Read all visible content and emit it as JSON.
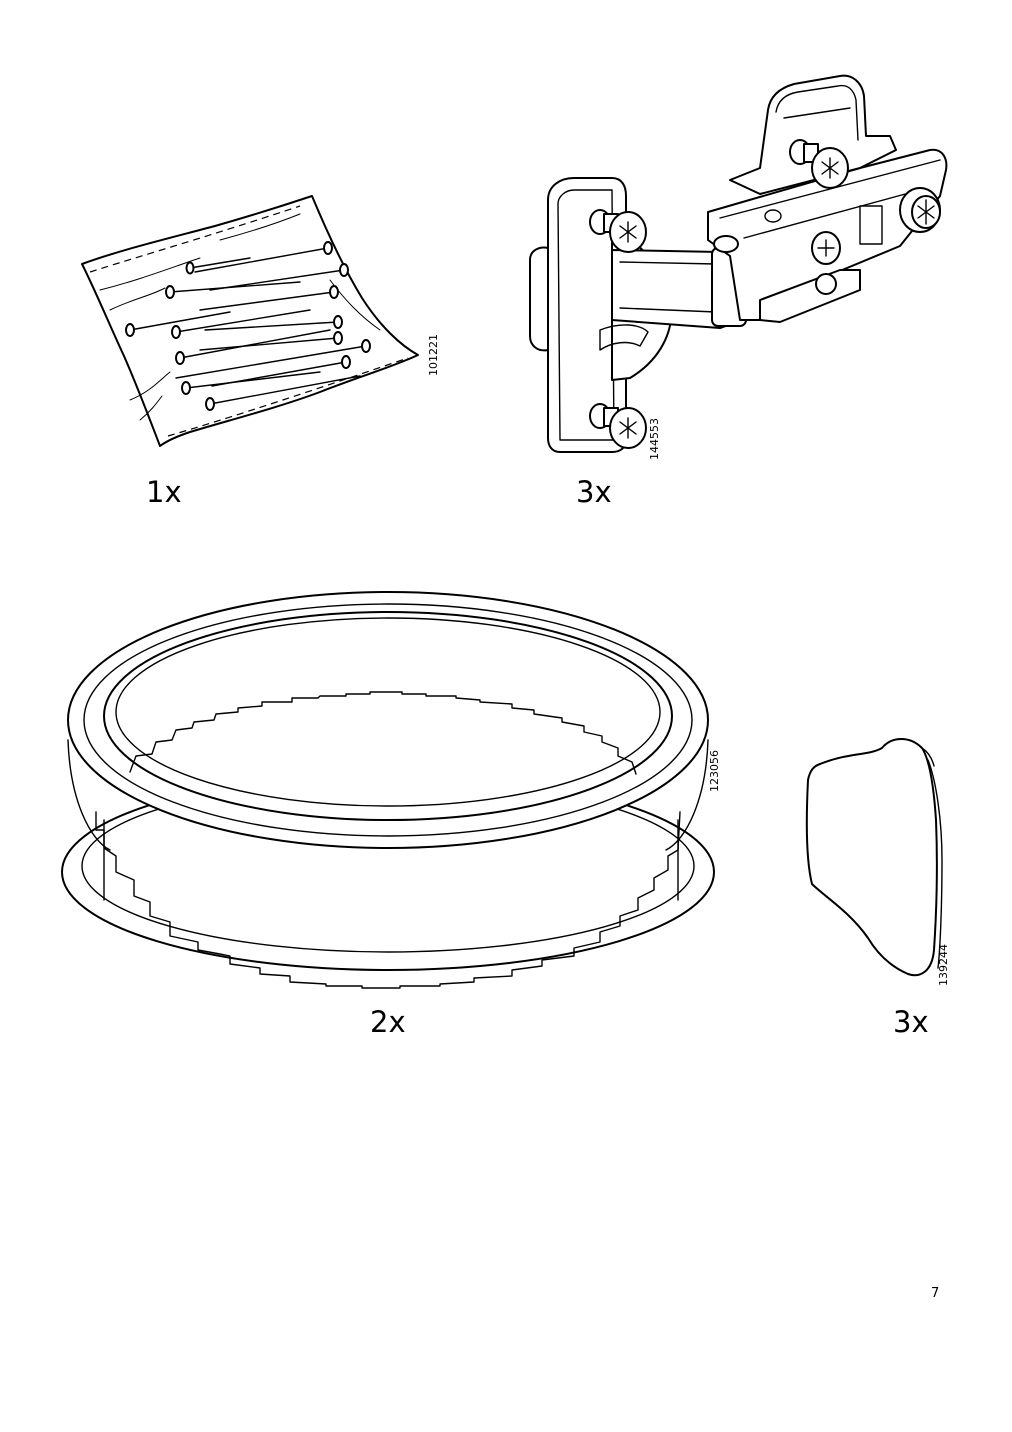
{
  "parts": [
    {
      "name": "nail-bag",
      "code": "101221",
      "quantity": "1x"
    },
    {
      "name": "hinge",
      "code": "144553",
      "quantity": "3x"
    },
    {
      "name": "ring",
      "code": "123056",
      "quantity": "2x"
    },
    {
      "name": "cover-cap",
      "code": "139244",
      "quantity": "3x"
    }
  ],
  "page_number": "7"
}
